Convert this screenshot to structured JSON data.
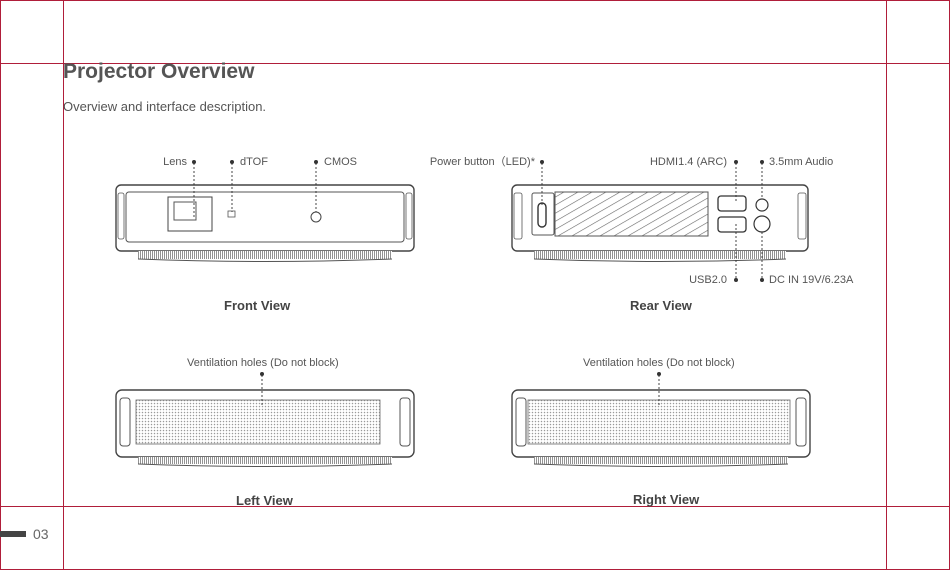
{
  "header": {
    "title": "Projector Overview",
    "subtitle": "Overview and interface description."
  },
  "front_view": {
    "caption": "Front View",
    "callouts": {
      "lens": "Lens",
      "dtof": "dTOF",
      "cmos": "CMOS"
    }
  },
  "rear_view": {
    "caption": "Rear View",
    "callouts": {
      "power": "Power button（LED)*",
      "hdmi": "HDMI1.4 (ARC)",
      "audio": "3.5mm Audio",
      "usb": "USB2.0",
      "dc": "DC IN 19V/6.23A"
    }
  },
  "left_view": {
    "caption": "Left View",
    "callout": "Ventilation holes (Do not block)"
  },
  "right_view": {
    "caption": "Right View",
    "callout": "Ventilation holes (Do not block)"
  },
  "footer": {
    "page_number": "03"
  },
  "colors": {
    "guide": "#b01e3a",
    "line_art": "#444444"
  }
}
